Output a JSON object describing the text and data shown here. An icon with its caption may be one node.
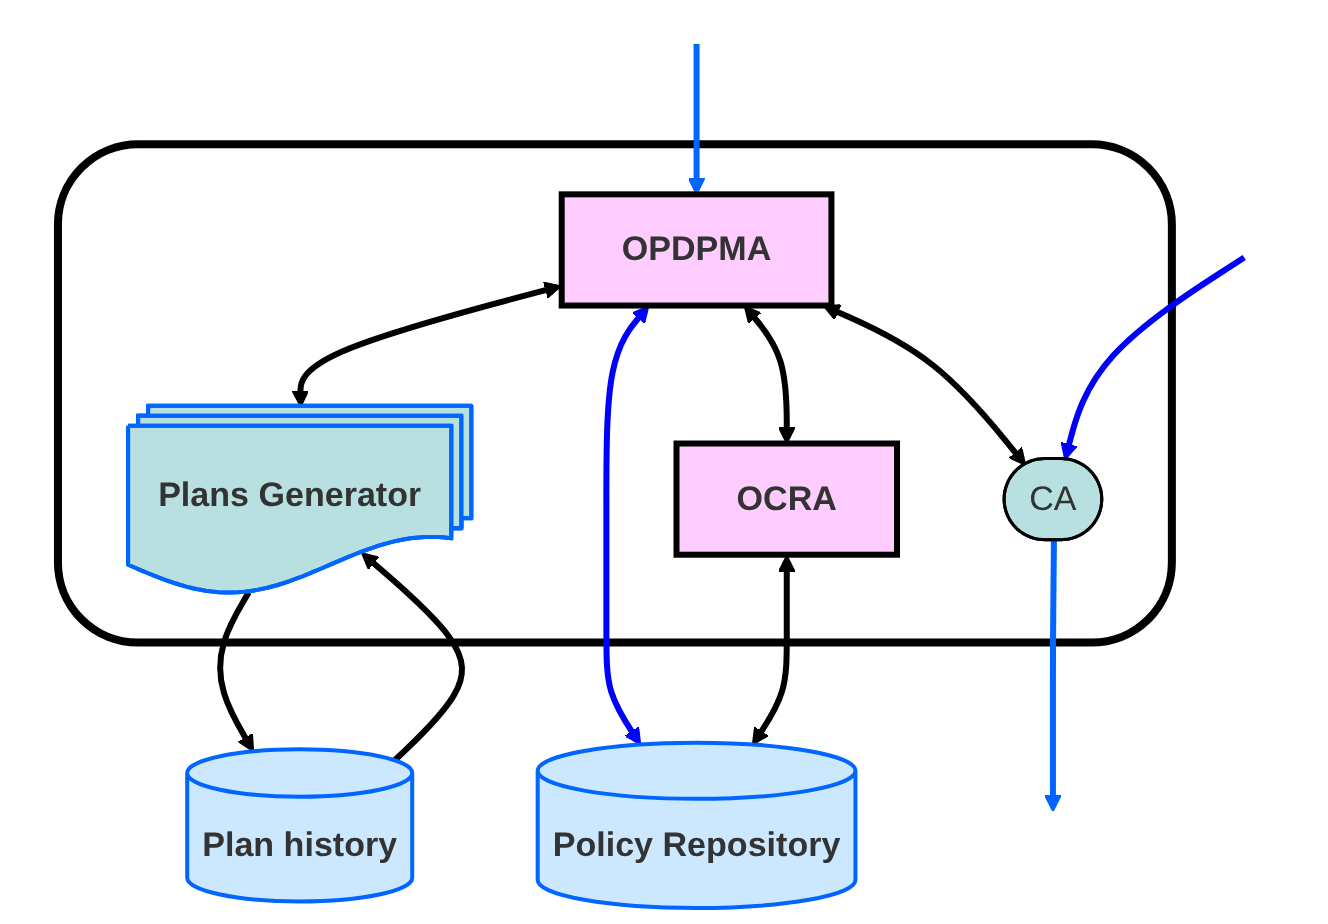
{
  "diagram": {
    "nodes": [
      {
        "text": [],
        "shape": "box"
      },
      {
        "text": [
          "OPDPMA"
        ],
        "in": 0
      },
      {
        "text": [
          "Plans Generator"
        ],
        "in": 0
      },
      {
        "text": [
          "OCRA"
        ],
        "in": 0
      },
      {
        "text": [
          "CA"
        ],
        "in": 0
      },
      {
        "text": [
          "Plan history"
        ]
      },
      {
        "text": [
          "Policy Repository"
        ]
      }
    ],
    "edges": [
      {
        "from": null,
        "to": 1,
        "arrow": "to",
        "color": "#0066ff"
      },
      {
        "from": 1,
        "to": 2,
        "arrow": "both"
      },
      {
        "from": 1,
        "to": 3,
        "arrow": "both"
      },
      {
        "from": 1,
        "to": 4,
        "arrow": "both"
      },
      {
        "from": 1,
        "to": 6,
        "arrow": "both",
        "color": "#0000ff"
      },
      {
        "from": 3,
        "to": 6,
        "arrow": "both"
      },
      {
        "from": 2,
        "to": 5,
        "arrow": "to"
      },
      {
        "from": 5,
        "to": 2,
        "arrow": "to"
      },
      {
        "from": 4,
        "to": null,
        "arrow": "to",
        "color": "#0066ff"
      },
      {
        "from": null,
        "to": 4,
        "arrow": "to",
        "color": "#0000ff"
      }
    ]
  }
}
